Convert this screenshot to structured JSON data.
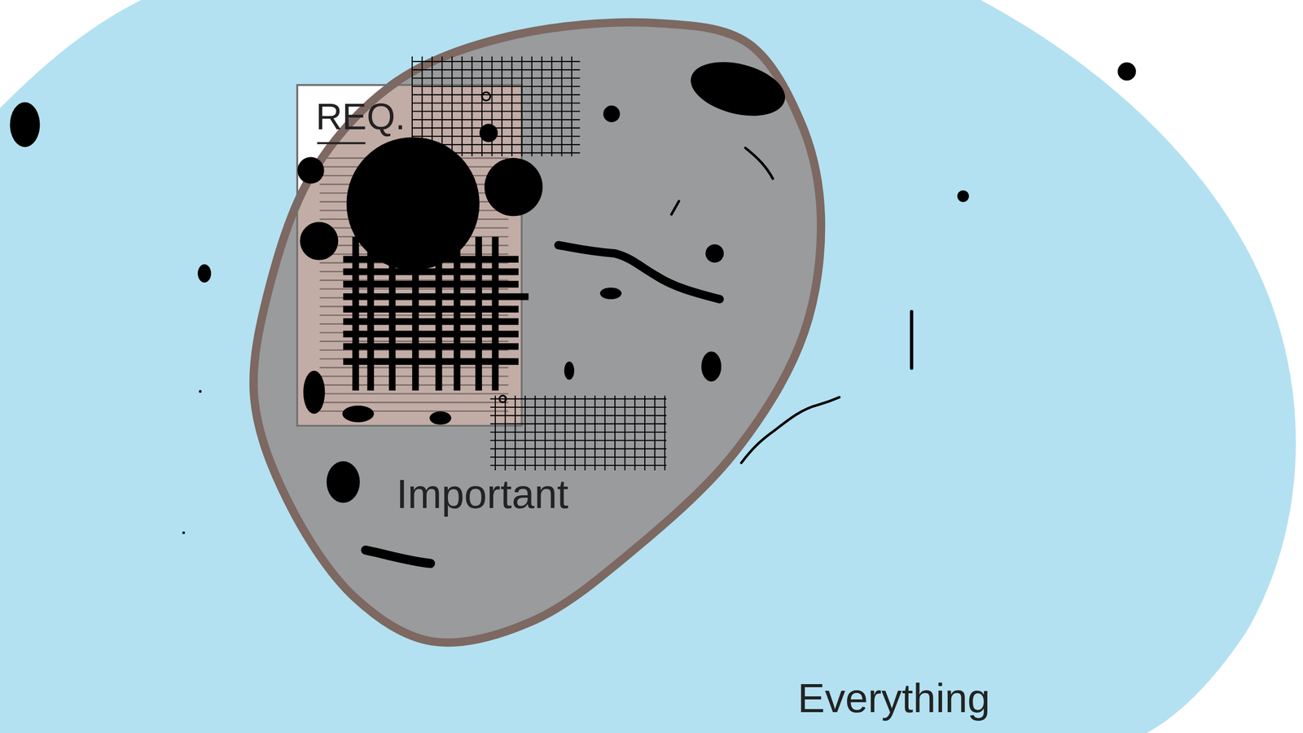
{
  "diagram": {
    "nodes": [
      {
        "text": [
          "Everything"
        ]
      },
      {
        "text": [
          "Important"
        ],
        "in": 0
      },
      {
        "text": [
          "REQ."
        ],
        "in": 1
      }
    ]
  }
}
